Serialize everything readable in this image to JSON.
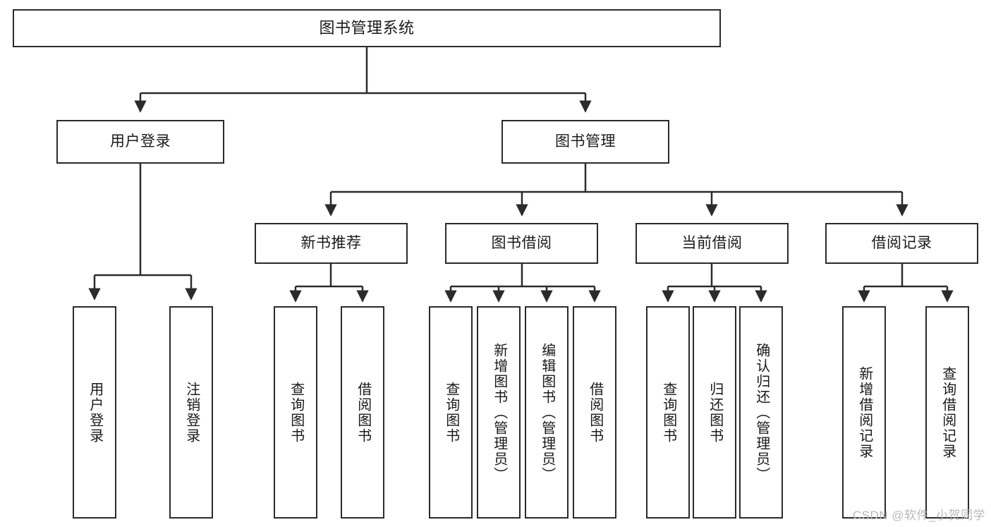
{
  "diagram": {
    "title": "图书管理系统",
    "type": "tree-hierarchy-chart",
    "root": {
      "label": "图书管理系统"
    },
    "level2": [
      {
        "label": "用户登录"
      },
      {
        "label": "图书管理"
      }
    ],
    "level3": [
      {
        "label": "新书推荐"
      },
      {
        "label": "图书借阅"
      },
      {
        "label": "当前借阅"
      },
      {
        "label": "借阅记录"
      }
    ],
    "leaves": {
      "user_login": [
        {
          "label": "用户登录"
        },
        {
          "label": "注销登录"
        }
      ],
      "new_book_recommend": [
        {
          "label": "查询图书"
        },
        {
          "label": "借阅图书"
        }
      ],
      "book_borrow": [
        {
          "label": "查询图书"
        },
        {
          "label": "新增图书（管理员）"
        },
        {
          "label": "编辑图书（管理员）"
        },
        {
          "label": "借阅图书"
        }
      ],
      "current_borrow": [
        {
          "label": "查询图书"
        },
        {
          "label": "归还图书"
        },
        {
          "label": "确认归还（管理员）"
        }
      ],
      "borrow_record": [
        {
          "label": "新增借阅记录"
        },
        {
          "label": "查询借阅记录"
        }
      ]
    }
  },
  "watermark": {
    "text": "CSDN @软件_小贺同学"
  },
  "colors": {
    "border": "#2b2b2b",
    "text": "#1a1a1a",
    "background": "#ffffff",
    "watermark": "#b9b9b9"
  }
}
